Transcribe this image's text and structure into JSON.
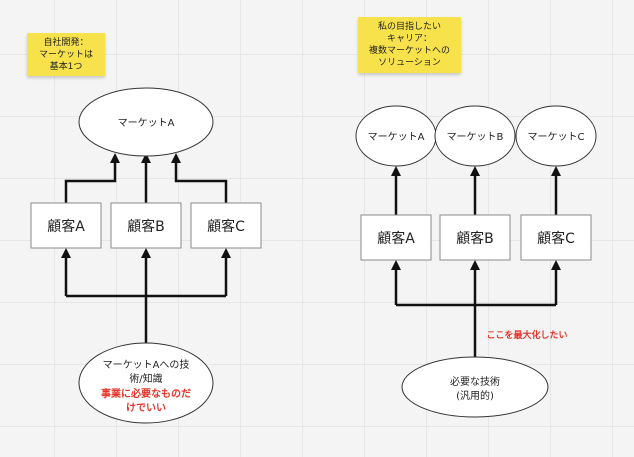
{
  "stickies": {
    "left": {
      "lines": [
        "自社開発：",
        "マーケットは",
        "基本1つ"
      ]
    },
    "right": {
      "lines": [
        "私の目指したい",
        "キャリア：",
        "複数マーケットへの",
        "ソリューション"
      ]
    }
  },
  "left_diagram": {
    "market": "マーケットA",
    "customers": [
      "顧客A",
      "顧客B",
      "顧客C"
    ],
    "skill": {
      "lines": [
        "マーケットAへの技",
        "術/知識"
      ],
      "emphasis_lines": [
        "事業に必要なものだ",
        "けでいい"
      ]
    }
  },
  "right_diagram": {
    "markets": [
      "マーケットA",
      "マーケットB",
      "マーケットC"
    ],
    "customers": [
      "顧客A",
      "顧客B",
      "顧客C"
    ],
    "skill": {
      "lines": [
        "必要な技術",
        "(汎用的)"
      ]
    },
    "annotation": "ここを最大化したい"
  },
  "colors": {
    "sticky": "#f7e24b",
    "emphasis": "#e5352b",
    "edge": "#111111"
  }
}
